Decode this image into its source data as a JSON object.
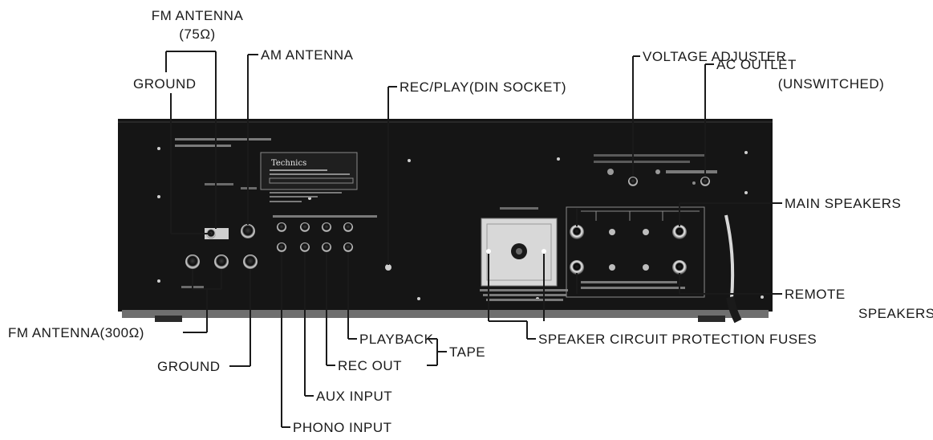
{
  "labels": {
    "fm_antenna_75_line1": "FM ANTENNA",
    "fm_antenna_75_line2": "(75Ω)",
    "ground_top": "GROUND",
    "am_antenna": "AM ANTENNA",
    "rec_play_din": "REC/PLAY(DIN SOCKET)",
    "voltage_adjuster": "VOLTAGE ADJUSTER",
    "ac_outlet_line1": "AC OUTLET",
    "ac_outlet_line2": "(UNSWITCHED)",
    "main_speakers": "MAIN SPEAKERS",
    "remote_speakers_line1": "REMOTE",
    "remote_speakers_line2": "SPEAKERS",
    "fm_antenna_300": "FM ANTENNA(300Ω)",
    "ground_bottom": "GROUND",
    "playback": "PLAYBACK",
    "rec_out": "REC OUT",
    "tape": "TAPE",
    "speaker_fuses": "SPEAKER CIRCUIT PROTECTION FUSES",
    "aux_input": "AUX INPUT",
    "phono_input": "PHONO INPUT"
  },
  "panel": {
    "brand": "Technics",
    "colors": {
      "panel": "#151515",
      "label": "#1a1a1a",
      "background": "#ffffff"
    }
  }
}
